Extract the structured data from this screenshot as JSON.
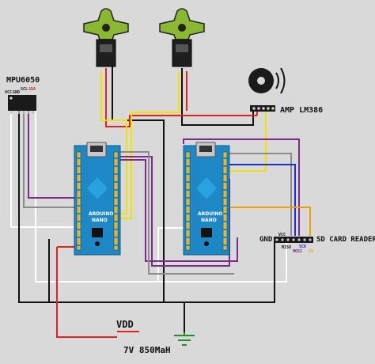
{
  "components": {
    "mpu": {
      "label": "MPU6050",
      "pin_scl": "SCL",
      "pin_sda": "SDA",
      "pin_vcc": "VCC",
      "pin_gnd": "GND"
    },
    "nano_left": {
      "line1": "ARDUINO",
      "line2": "NANO"
    },
    "nano_right": {
      "line1": "ARDUINO",
      "line2": "NANO"
    },
    "amp": {
      "label": "AMP LM386"
    },
    "sd_card": {
      "label": "SD CARD READER",
      "gnd_label": "GND",
      "vcc_label": "VCC",
      "miso_label": "MISO",
      "sck_label": "SCK",
      "mosi_label": "MOSI",
      "cs_label": "CS"
    },
    "power": {
      "vdd_label": "VDD",
      "battery_label": "7V 850MaH"
    }
  },
  "colors": {
    "background": "#d9d9d9",
    "board": "#1e88c7",
    "servo_green": "#8bb832",
    "wire_red": "#e52222",
    "wire_yellow": "#f2e200",
    "wire_black": "#111111",
    "wire_white": "#ffffff",
    "wire_purple": "#7a2b8c",
    "wire_gray": "#8c8c8c",
    "wire_blue": "#1a2fd6",
    "wire_orange": "#f0a000",
    "ground_green": "#2a8a2a"
  },
  "icons": {
    "servo": "servo-motor-icon",
    "buzzer": "buzzer-icon",
    "ground": "ground-symbol-icon"
  }
}
